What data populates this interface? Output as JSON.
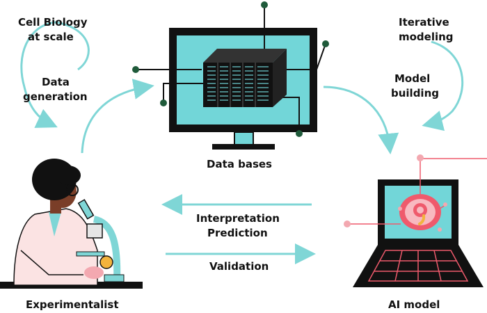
{
  "colors": {
    "teal": "#7fd6d6",
    "teal_dark": "#2a9a9c",
    "screen_blue": "#72d6d8",
    "ink": "#111111",
    "red_accent": "#ef5a6c",
    "pink": "#f8b9c0",
    "node_green": "#1f5a3a"
  },
  "labels": {
    "cell_biology_line1": "Cell Biology",
    "cell_biology_line2": "at scale",
    "data_generation_line1": "Data",
    "data_generation_line2": "generation",
    "iterative_line1": "Iterative",
    "iterative_line2": "modeling",
    "model_building_line1": "Model",
    "model_building_line2": "building",
    "data_bases": "Data bases",
    "interpretation": "Interpretation",
    "prediction": "Prediction",
    "validation": "Validation",
    "experimentalist": "Experimentalist",
    "ai_model": "AI model"
  },
  "icons": [
    "cycle-arrow-icon",
    "monitor-icon",
    "database-server-icon",
    "laptop-icon",
    "cell-icon",
    "scientist-icon",
    "microscope-icon"
  ]
}
